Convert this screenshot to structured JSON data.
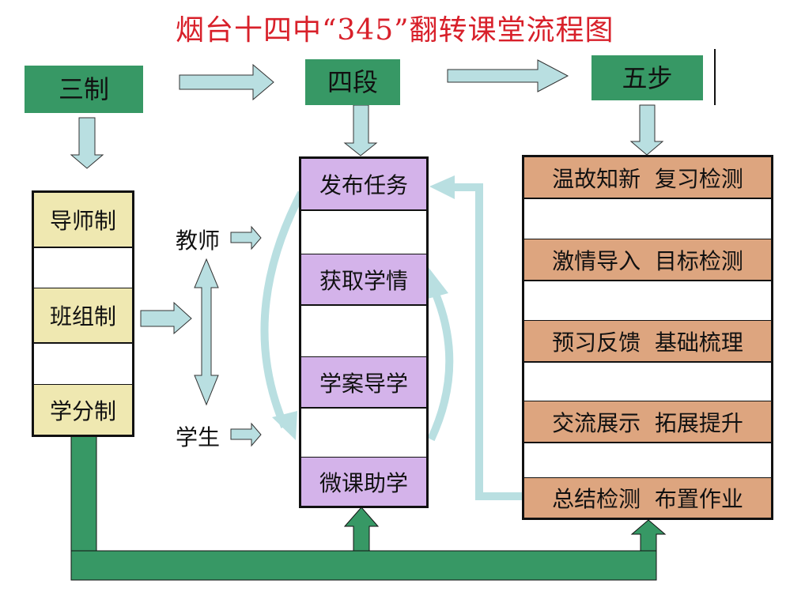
{
  "title": "烟台十四中“345”翻转课堂流程图",
  "colors": {
    "title": "#d8202a",
    "header_green": "#379865",
    "arrow_light": "#b9dfe1",
    "yellow_cell": "#efe8b1",
    "purple_cell": "#d4b3ea",
    "orange_cell": "#dda57f"
  },
  "headers": {
    "three_systems": "三制",
    "four_stages": "四段",
    "five_steps": "五步"
  },
  "three_systems": {
    "items": [
      "导师制",
      "班组制",
      "学分制"
    ]
  },
  "roles": {
    "teacher": "教师",
    "student": "学生"
  },
  "four_stages": {
    "items": [
      "发布任务",
      "获取学情",
      "学案导学",
      "微课助学"
    ]
  },
  "five_steps": {
    "items": [
      "温故知新  复习检测",
      "激情导入  目标检测",
      "预习反馈  基础梳理",
      "交流展示  拓展提升",
      "总结检测  布置作业"
    ]
  }
}
